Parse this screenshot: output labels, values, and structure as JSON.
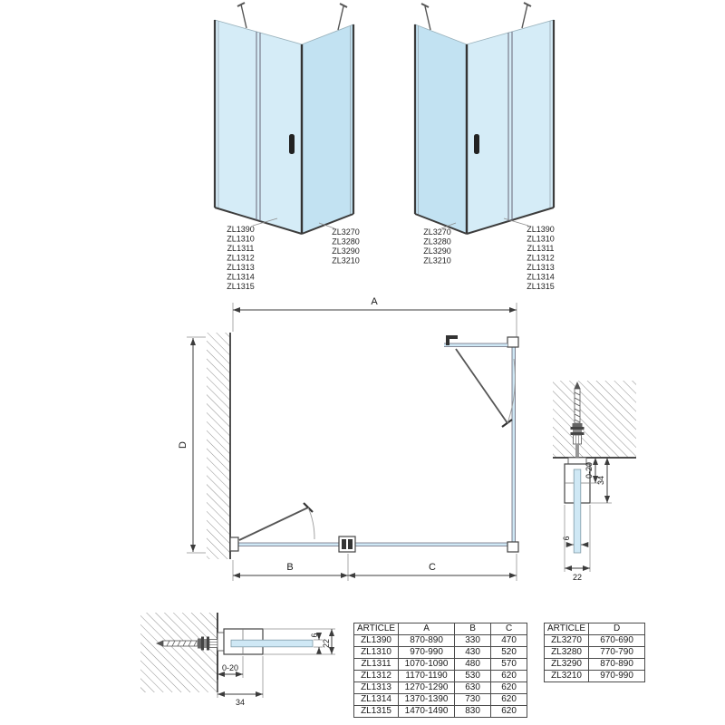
{
  "colors": {
    "glass": "#cfe8f5",
    "glass_dark": "#c2e2f2",
    "line": "#3c3c3c",
    "dim": "#4a4a4a",
    "hatch": "#8f8f8f"
  },
  "iso_left": {
    "door_labels": [
      "ZL1390",
      "ZL1310",
      "ZL1311",
      "ZL1312",
      "ZL1313",
      "ZL1314",
      "ZL1315"
    ],
    "side_labels": [
      "ZL3270",
      "ZL3280",
      "ZL3290",
      "ZL3210"
    ]
  },
  "iso_right": {
    "side_labels": [
      "ZL3270",
      "ZL3280",
      "ZL3290",
      "ZL3210"
    ],
    "door_labels": [
      "ZL1390",
      "ZL1310",
      "ZL1311",
      "ZL1312",
      "ZL1313",
      "ZL1314",
      "ZL1315"
    ]
  },
  "plan": {
    "dim_a": "A",
    "dim_b": "B",
    "dim_c": "C",
    "dim_d": "D"
  },
  "detail_ceiling": {
    "dim_adjust": "0-20",
    "dim_depth": "34",
    "dim_glass": "6",
    "dim_width": "22"
  },
  "detail_wall": {
    "dim_glass": "6",
    "dim_height": "22",
    "dim_adjust": "0-20",
    "dim_depth": "34"
  },
  "door_table": {
    "headers": [
      "ARTICLE",
      "A",
      "B",
      "C"
    ],
    "rows": [
      [
        "ZL1390",
        "870-890",
        "330",
        "470"
      ],
      [
        "ZL1310",
        "970-990",
        "430",
        "520"
      ],
      [
        "ZL1311",
        "1070-1090",
        "480",
        "570"
      ],
      [
        "ZL1312",
        "1170-1190",
        "530",
        "620"
      ],
      [
        "ZL1313",
        "1270-1290",
        "630",
        "620"
      ],
      [
        "ZL1314",
        "1370-1390",
        "730",
        "620"
      ],
      [
        "ZL1315",
        "1470-1490",
        "830",
        "620"
      ]
    ]
  },
  "side_table": {
    "headers": [
      "ARTICLE",
      "D"
    ],
    "rows": [
      [
        "ZL3270",
        "670-690"
      ],
      [
        "ZL3280",
        "770-790"
      ],
      [
        "ZL3290",
        "870-890"
      ],
      [
        "ZL3210",
        "970-990"
      ]
    ]
  }
}
